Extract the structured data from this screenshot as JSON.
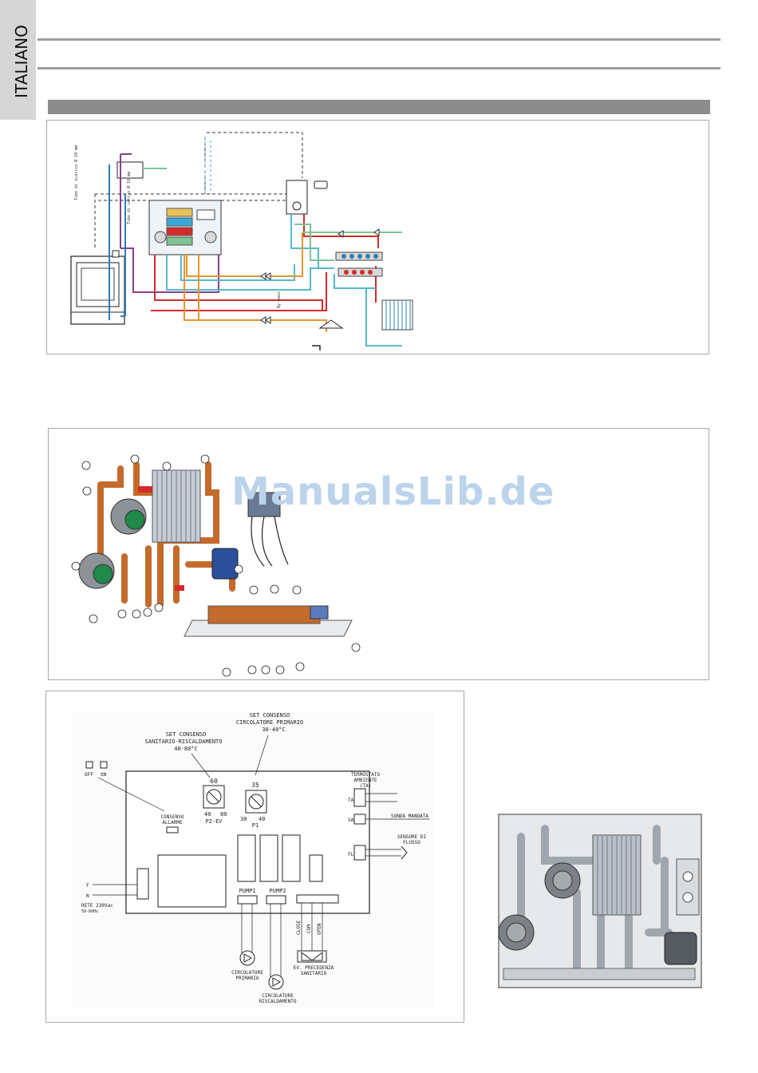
{
  "sidebar": {
    "language_label": "ITALIANO"
  },
  "hydraulic_diagram": {
    "pipe_label_discharge": "Tubo di scarico Ø 28 mm",
    "pipe_label_return": "Tubo di carico Ø 18 mm",
    "bypass_label": "By-pass"
  },
  "watermark": {
    "text": "ManualsLib.de"
  },
  "wiring_diagram": {
    "set_primary_line1": "SET CONSENSO",
    "set_primary_line2": "CIRCOLATORE PRIMARIO",
    "set_primary_range": "30-40°C",
    "set_dhw_line1": "SET CONSENSO",
    "set_dhw_line2": "SANITARIO-RISCALDAMENTO",
    "set_dhw_range": "40-80°C",
    "switch_off": "OFF",
    "switch_on": "ON",
    "alarm_line1": "CONSENSO",
    "alarm_line2": "ALLARME",
    "dial_p2_top": "60",
    "dial_p2_min": "40",
    "dial_p2_max": "80",
    "dial_p2_name": "P2-EV",
    "dial_p1_top": "35",
    "dial_p1_min": "30",
    "dial_p1_max": "40",
    "dial_p1_name": "P1",
    "thermostat_line1": "TERMOSTATO",
    "thermostat_line2": "AMBIENTE",
    "thermostat_line3": "(TA)",
    "term_ta": "TA",
    "term_sa": "SA",
    "term_fl": "FL",
    "sonda_label": "SONDA MANDATA",
    "flow_line1": "SENSORE DI",
    "flow_line2": "FLUSSO",
    "mains_f": "F",
    "mains_n": "N",
    "mains_line1": "RETE 230Vac",
    "mains_line2": "50-60Hz",
    "pump1_label": "PUMP1",
    "pump2_label": "PUMP2",
    "valve_close": "CLOSE",
    "valve_com": "COM",
    "valve_open": "OPEN",
    "circ_primary_line1": "CIRCOLATORE",
    "circ_primary_line2": "PRIMARIO",
    "circ_heating_line1": "CIRCOLATORE",
    "circ_heating_line2": "RISCALDAMENTO",
    "valve_line1": "EV. PRECEDENZA",
    "valve_line2": "SANITARIO"
  },
  "colors": {
    "hot_red": "#d42a2a",
    "cold_cyan": "#55b9cf",
    "orange": "#e8962f",
    "purple": "#8a3f88",
    "green": "#7ec392",
    "blue": "#2f7db7",
    "gray_bar": "#8c8c8c"
  }
}
